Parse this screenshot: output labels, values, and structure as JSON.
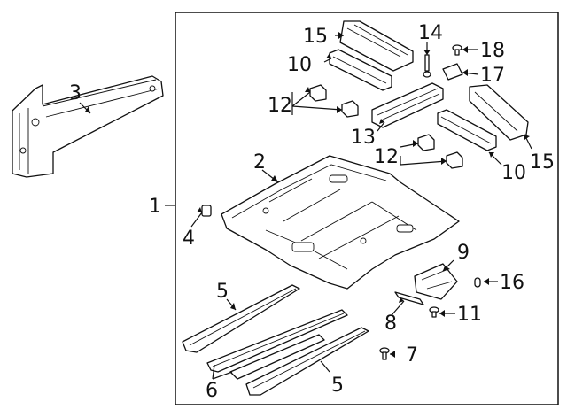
{
  "callouts": {
    "c1": "1",
    "c2": "2",
    "c3": "3",
    "c4": "4",
    "c5a": "5",
    "c5b": "5",
    "c6": "6",
    "c7": "7",
    "c8": "8",
    "c9": "9",
    "c10a": "10",
    "c10b": "10",
    "c11": "11",
    "c12a": "12",
    "c12b": "12",
    "c13": "13",
    "c14": "14",
    "c15a": "15",
    "c15b": "15",
    "c16": "16",
    "c17": "17",
    "c18": "18"
  }
}
